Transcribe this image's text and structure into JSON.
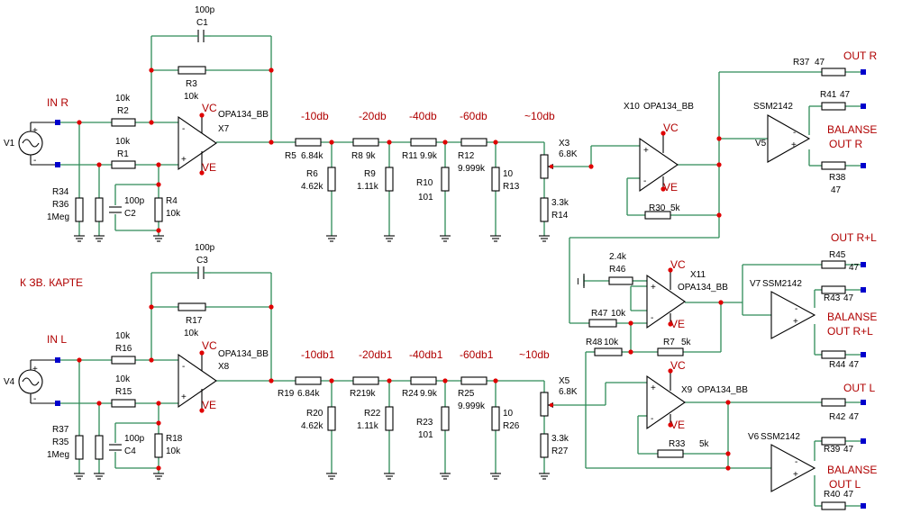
{
  "labels": {
    "in_r": "IN R",
    "in_l": "IN L",
    "k3v": "К ЗВ. КАРТЕ",
    "out_r": "OUT R",
    "out_l": "OUT L",
    "out_rl": "OUT R+L",
    "bal_r_1": "BALANSE",
    "bal_r_2": "OUT R",
    "bal_rl_1": "BALANSE",
    "bal_rl_2": "OUT R+L",
    "bal_l_1": "BALANSE",
    "bal_l_2": "OUT L",
    "vc": "VC",
    "ve": "VE",
    "db10": "-10db",
    "db20": "-20db",
    "db40": "-40db",
    "db60": "-60db",
    "dbt": "~10db",
    "db10b": "-10db1",
    "db20b": "-20db1",
    "db40b": "-40db1",
    "db60b": "-60db1",
    "dbtb": "~10db"
  },
  "parts": {
    "v1": "V1",
    "v4": "V4",
    "c1": "C1",
    "c1v": "100p",
    "c3": "C3",
    "c3v": "100p",
    "r3": "R3",
    "r3v": "10k",
    "r17": "R17",
    "r17v": "10k",
    "r2": "R2",
    "r2v": "10k",
    "r1": "R1",
    "r1v": "10k",
    "r16": "R16",
    "r16v": "10k",
    "r15": "R15",
    "r15v": "10k",
    "x7": "X7",
    "x7v": "OPA134_BB",
    "x8": "X8",
    "x8v": "OPA134_BB",
    "x9": "X9",
    "x9v": "OPA134_BB",
    "x10": "X10",
    "x10v": "OPA134_BB",
    "x11": "X11",
    "x11v": "OPA134_BB",
    "r34": "R34",
    "r36": "R36",
    "meg1": "1Meg",
    "r37b": "R37",
    "r35": "R35",
    "meg2": "1Meg",
    "c2": "C2",
    "c2v": "100p",
    "c4": "C4",
    "c4v": "100p",
    "r4": "R4",
    "r4v": "10k",
    "r18": "R18",
    "r18v": "10k",
    "r5": "R5",
    "r5v": "6.84k",
    "r6": "R6",
    "r6v": "4.62k",
    "r8": "R8",
    "r8v": "9k",
    "r9": "R9",
    "r9v": "1.11k",
    "r11": "R11",
    "r11v": "9.9k",
    "r10": "R10",
    "r10v": "101",
    "r12": "R12",
    "r12v": "9.999k",
    "r13": "R13",
    "r13v": "10",
    "x3": "X3",
    "x3v": "6.8K",
    "r14": "R14",
    "r14v": "3.3k",
    "r19": "R19",
    "r19v": "6.84k",
    "r20": "R20",
    "r20v": "4.62k",
    "r21": "R21",
    "r21v": "9k",
    "r22": "R22",
    "r22v": "1.11k",
    "r24": "R24",
    "r24v": "9.9k",
    "r23": "R23",
    "r23v": "101",
    "r25": "R25",
    "r25v": "9.999k",
    "r26": "R26",
    "r26v": "10",
    "x5": "X5",
    "x5v": "6.8K",
    "r27": "R27",
    "r27v": "3.3k",
    "r30": "R30",
    "r30v": "5k",
    "r37": "R37",
    "r37v": "47",
    "r41": "R41",
    "r41v": "47",
    "r38": "R38",
    "r38v": "47",
    "v5": "V5",
    "v5v": "SSM2142",
    "r46": "R46",
    "r46v": "2.4k",
    "r47": "R47",
    "r47v": "10k",
    "r48": "R48",
    "r48v": "10k",
    "r7": "R7",
    "r7v": "5k",
    "i1": "I",
    "v7": "V7",
    "v7v": "SSM2142",
    "r45": "R45",
    "r45v": "47",
    "r43": "R43",
    "r43v": "47",
    "r44": "R44",
    "r44v": "47",
    "r42": "R42",
    "r42v": "47",
    "r33": "R33",
    "r33v": "5k",
    "v6": "V6",
    "v6v": "SSM2142",
    "r39": "R39",
    "r39v": "47",
    "r40": "R40",
    "r40v": "47"
  },
  "colors": {
    "wire": "#2e8b57",
    "node": "#e00000",
    "terminal": "#0000cc",
    "label": "#b00000"
  }
}
